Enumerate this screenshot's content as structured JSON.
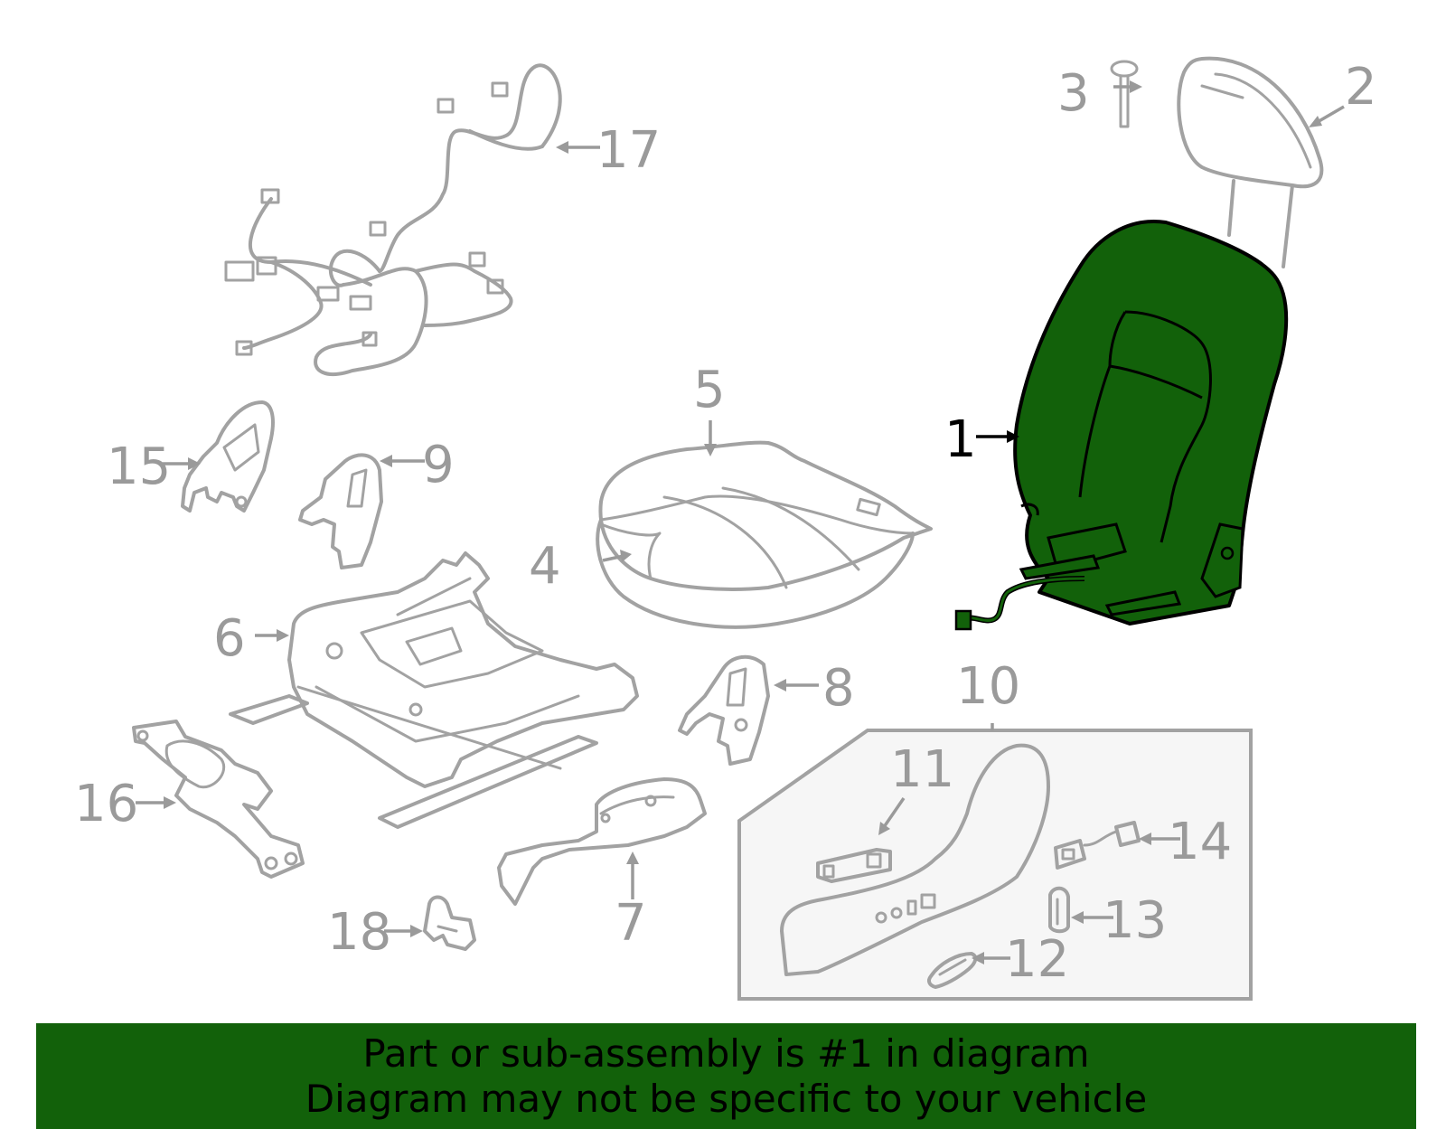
{
  "diagram": {
    "callouts": {
      "c1": "1",
      "c2": "2",
      "c3": "3",
      "c4": "4",
      "c5": "5",
      "c6": "6",
      "c7": "7",
      "c8": "8",
      "c9": "9",
      "c10": "10",
      "c11": "11",
      "c12": "12",
      "c13": "13",
      "c14": "14",
      "c15": "15",
      "c16": "16",
      "c17": "17",
      "c18": "18"
    },
    "highlighted_part": "1",
    "colors": {
      "highlight": "#12610a",
      "outline": "#a2a2a2",
      "label": "#9a9a9a"
    }
  },
  "banner": {
    "line1": "Part or sub-assembly is #1 in diagram",
    "line2": "Diagram may not be specific to your vehicle"
  }
}
